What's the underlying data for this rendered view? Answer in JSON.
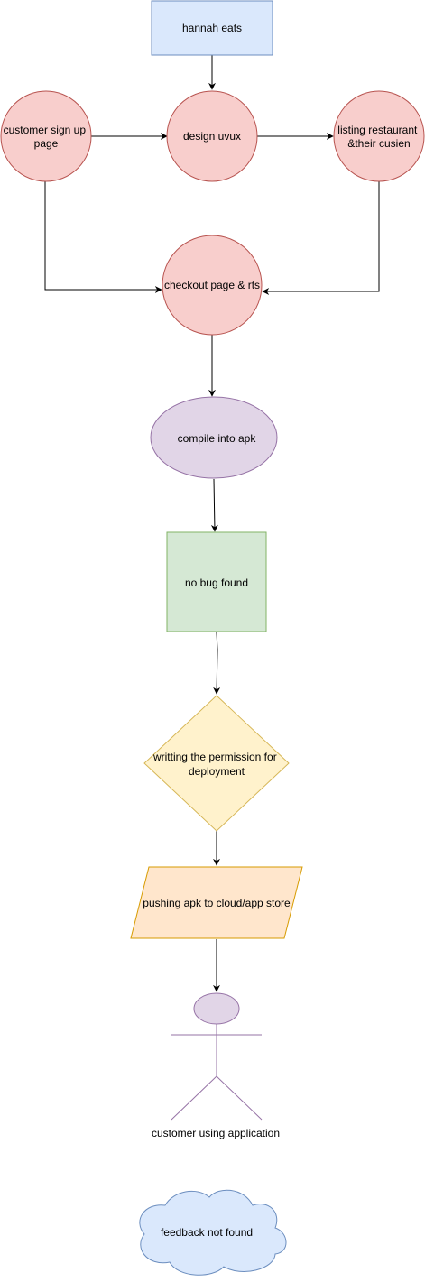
{
  "colors": {
    "blue_fill": "#dae8fc",
    "blue_stroke": "#6c8ebf",
    "red_fill": "#f8cecc",
    "red_stroke": "#b85450",
    "purple_fill": "#e1d5e7",
    "purple_stroke": "#9673a6",
    "green_fill": "#d5e8d4",
    "green_stroke": "#82b366",
    "yellow_fill": "#fff2cc",
    "yellow_stroke": "#d6b656",
    "orange_fill": "#ffe6cc",
    "orange_stroke": "#d79b00",
    "cloud_fill": "#dae8fc",
    "cloud_stroke": "#6c8ebf",
    "edge": "#000000"
  },
  "nodes": {
    "hannah_eats": "hannah eats",
    "customer_signup": [
      "customer sign up",
      "page"
    ],
    "design_uvux": "design uvux",
    "listing_restaurant": [
      "listing restaurant",
      "&their cusien"
    ],
    "checkout": "checkout page & rts",
    "compile_apk": "compile into apk",
    "no_bug": "no bug found",
    "permission": [
      "writting the permission for",
      "deployment"
    ],
    "pushing_apk": "pushing apk to cloud/app store",
    "customer_using": "customer  using application",
    "feedback": "feedback not found"
  }
}
